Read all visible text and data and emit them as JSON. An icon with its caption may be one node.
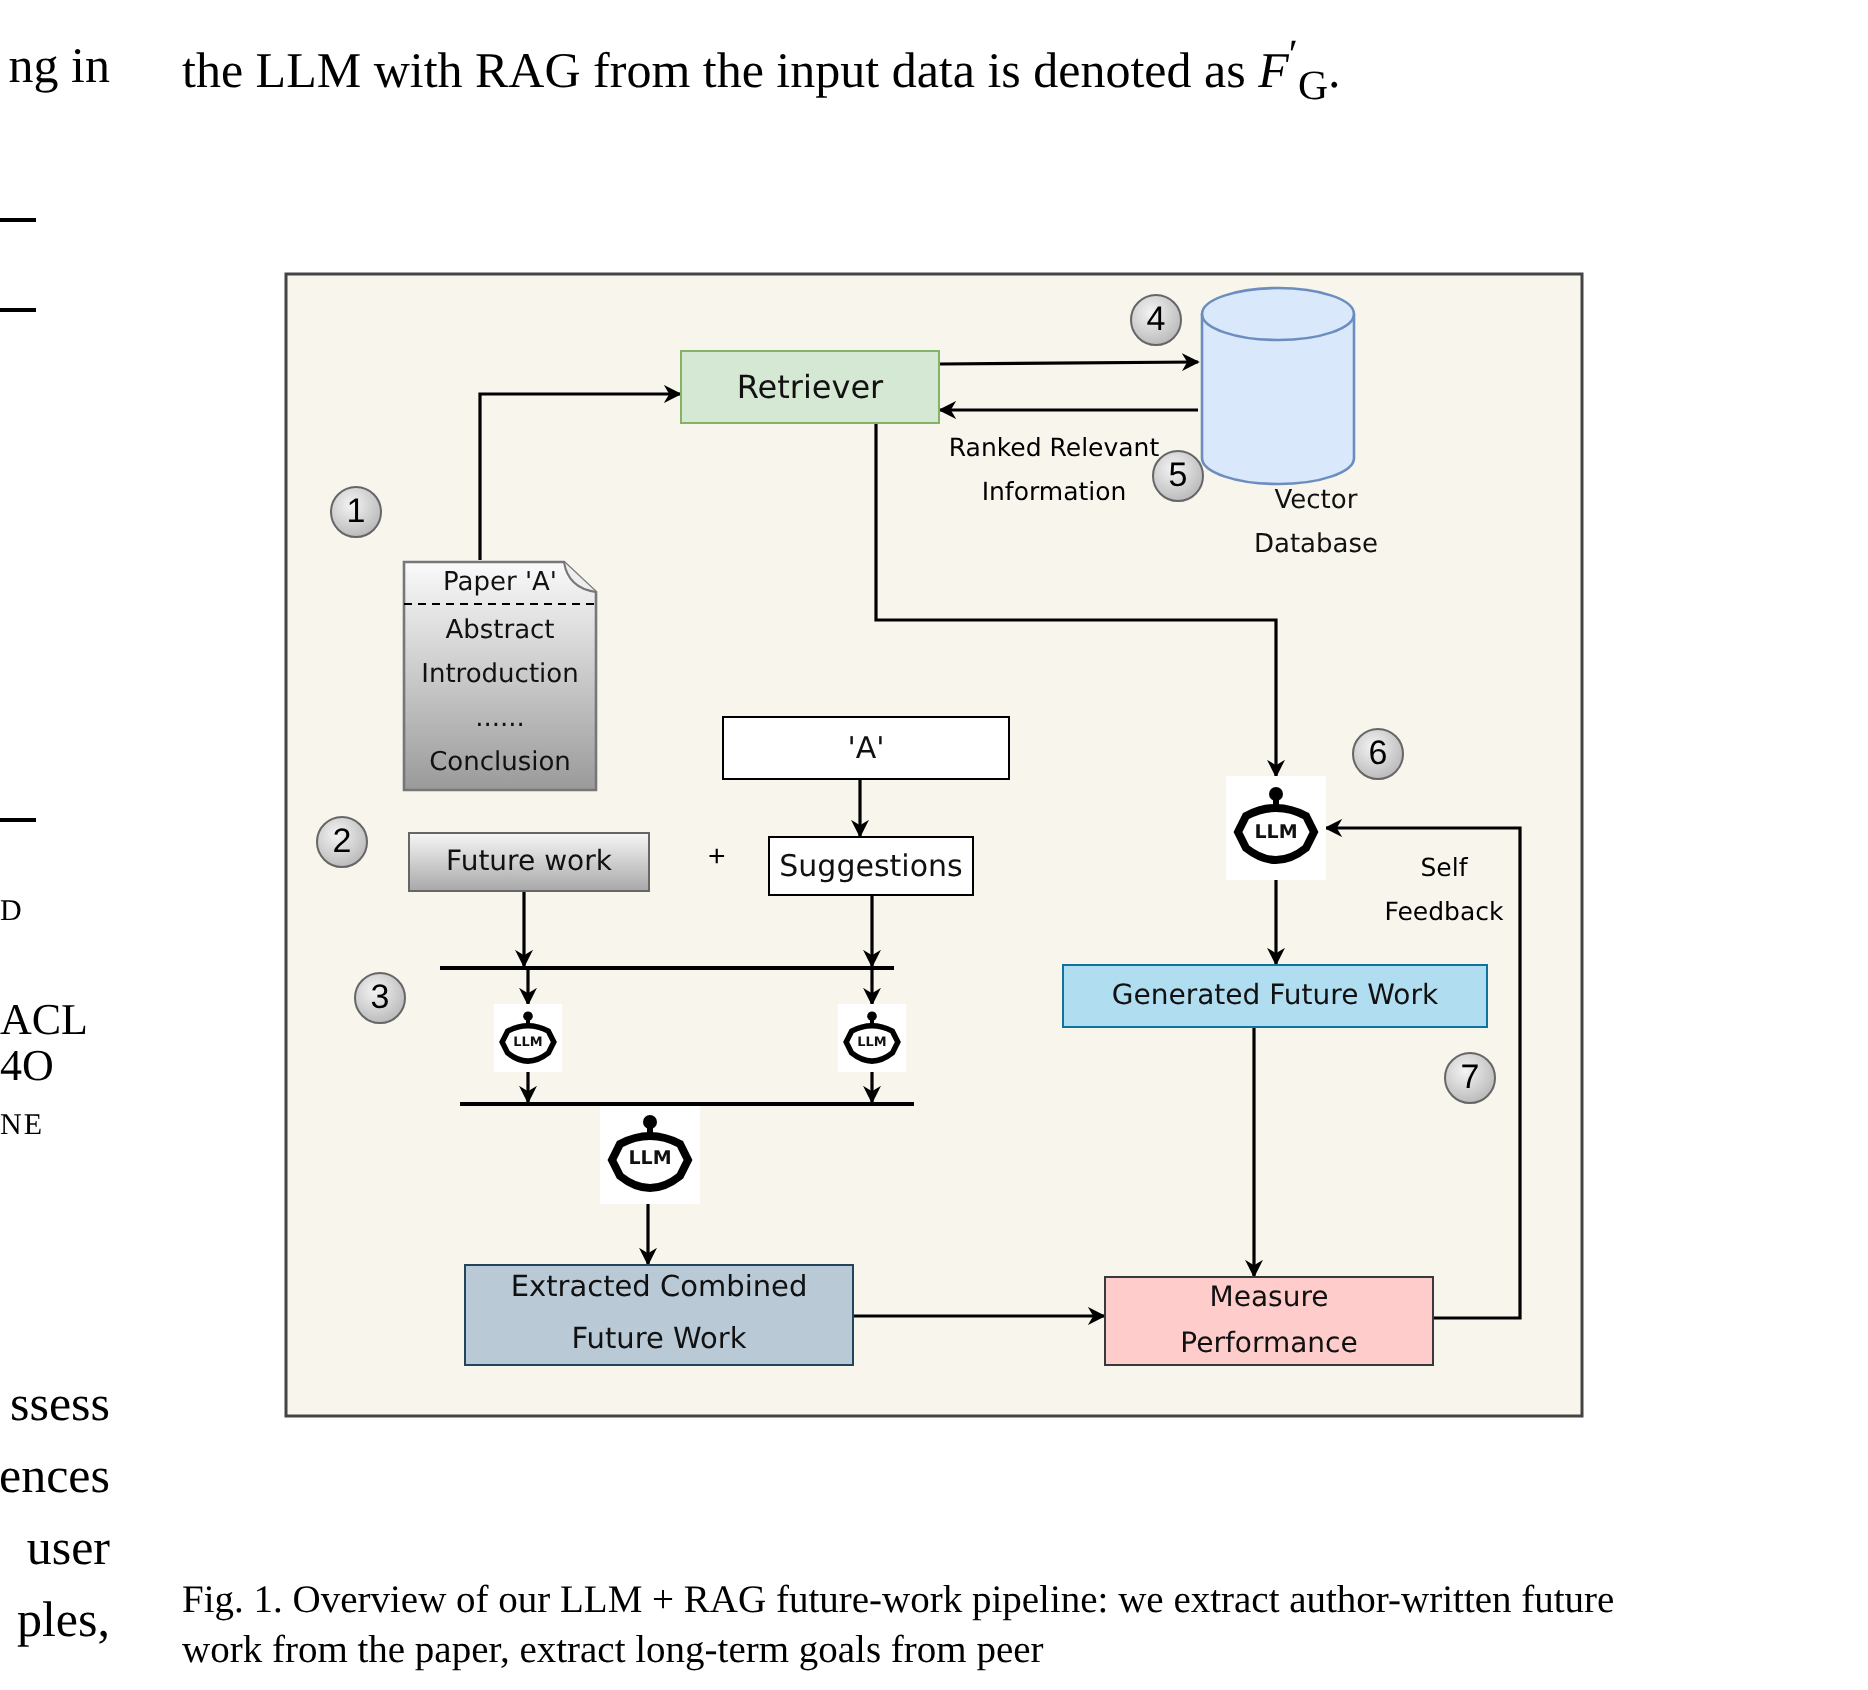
{
  "diagram": {
    "caption": "Fig. 1.  Overview of our LLM + RAG future-work pipeline: we extract author-written future work from the paper, extract long-term goals from peer",
    "nodes": [
      {
        "text": [
          "Retriever"
        ]
      },
      {
        "text": [
          "Vector Database"
        ]
      },
      {
        "text": [
          "Paper 'A'",
          "Abstract Introduction ...... Conclusion"
        ]
      },
      {
        "text": [
          "'A'"
        ]
      },
      {
        "text": [
          "Future work"
        ]
      },
      {
        "text": [
          "Suggestions"
        ]
      },
      {
        "text": [
          "LLM"
        ]
      },
      {
        "text": [
          "LLM"
        ]
      },
      {
        "text": [
          "LLM"
        ]
      },
      {
        "text": [
          "Extracted Combined Future Work"
        ]
      },
      {
        "text": [
          "LLM"
        ]
      },
      {
        "text": [
          "Generated Future Work"
        ]
      },
      {
        "text": [
          "Measure Performance"
        ]
      },
      {
        "text": [],
        "shape": "bar"
      },
      {
        "text": [],
        "shape": "bar"
      }
    ],
    "edges": [
      {
        "from": 2,
        "to": 0,
        "arrow": "to"
      },
      {
        "from": 0,
        "to": 1,
        "arrow": "to"
      },
      {
        "from": 1,
        "to": 0,
        "arrow": "to",
        "label": "Ranked Relevant Information"
      },
      {
        "from": 0,
        "to": 10,
        "arrow": "to"
      },
      {
        "from": 3,
        "to": 5,
        "arrow": "to"
      },
      {
        "from": 4,
        "to": 13,
        "arrow": "to"
      },
      {
        "from": 5,
        "to": 13,
        "arrow": "to"
      },
      {
        "from": 13,
        "to": 6,
        "arrow": "to"
      },
      {
        "from": 13,
        "to": 7,
        "arrow": "to"
      },
      {
        "from": 6,
        "to": 14,
        "arrow": "to"
      },
      {
        "from": 7,
        "to": 14,
        "arrow": "to"
      },
      {
        "from": 8,
        "to": 9,
        "arrow": "to"
      },
      {
        "from": 10,
        "to": 11,
        "arrow": "to"
      },
      {
        "from": 9,
        "to": 12,
        "arrow": "to"
      },
      {
        "from": 11,
        "to": 12,
        "arrow": "to"
      },
      {
        "from": 12,
        "to": 10,
        "arrow": "to",
        "label": "Self Feedback"
      }
    ],
    "labels": [
      "ng in",
      "the LLM with RAG from the input data is denoted as *F*$^{′}$$_{G}$.",
      "D",
      "ACL",
      "4O",
      "NE",
      "4",
      "1",
      "5",
      "6",
      "2",
      "+",
      "3",
      "7",
      "ssess",
      "ences",
      "user",
      "ples,"
    ]
  }
}
